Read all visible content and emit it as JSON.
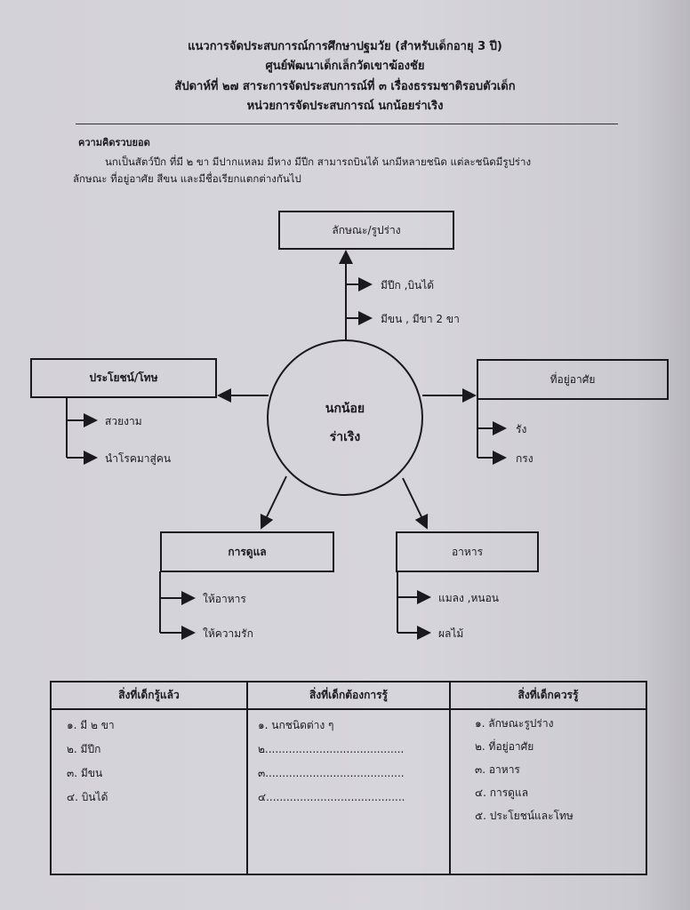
{
  "header": {
    "line1": "แนวการจัดประสบการณ์การศึกษาปฐมวัย (สำหรับเด็กอายุ 3 ปี)",
    "line2": "ศูนย์พัฒนาเด็กเล็กวัดเขาฆ้องชัย",
    "line3": "สัปดาห์ที่ ๒๗ สาระการจัดประสบการณ์ที่ ๓ เรื่องธรรมชาติรอบตัวเด็ก",
    "line4": "หน่วยการจัดประสบการณ์  นกน้อยร่าเริง"
  },
  "summary": {
    "heading": "ความคิดรวบยอด",
    "line1": "นกเป็นสัตว์ปีก ที่มี ๒ ขา มีปากแหลม มีหาง มีปีก สามารถบินได้ นกมีหลายชนิด แต่ละชนิดมีรูปร่าง",
    "line2": "ลักษณะ ที่อยู่อาศัย สีขน และมีชื่อเรียกแตกต่างกันไป"
  },
  "mindmap": {
    "center": [
      "นกน้อย",
      "ร่าเริง"
    ],
    "top": {
      "title": "ลักษณะ/รูปร่าง",
      "items": [
        "มีปีก ,บินได้",
        "มีขน , มีขา 2 ขา"
      ]
    },
    "left": {
      "title": "ประโยชน์/โทษ",
      "items": [
        "สวยงาม",
        "นำโรคมาสู่คน"
      ]
    },
    "right": {
      "title": "ที่อยู่อาศัย",
      "items": [
        "รัง",
        "กรง"
      ]
    },
    "bottom_left": {
      "title": "การดูแล",
      "items": [
        "ให้อาหาร",
        "ให้ความรัก"
      ]
    },
    "bottom_right": {
      "title": "อาหาร",
      "items": [
        "แมลง ,หนอน",
        "ผลไม้"
      ]
    }
  },
  "table": {
    "headers": [
      "สิ่งที่เด็กรู้แล้ว",
      "สิ่งที่เด็กต้องการรู้",
      "สิ่งที่เด็กควรรู้"
    ],
    "col1": [
      "๑.  มี ๒ ขา",
      "๒.  มีปีก",
      "๓.  มีขน",
      "๔.  บินได้"
    ],
    "col2": [
      "๑.  นกชนิดต่าง ๆ",
      "๒.........................................",
      "๓.........................................",
      "๔........................................."
    ],
    "col3": [
      "๑.    ลักษณะรูปร่าง",
      "๒.    ที่อยู่อาศัย",
      "๓.    อาหาร",
      "๔.    การดูแล",
      "๕.    ประโยชน์และโทษ"
    ]
  }
}
